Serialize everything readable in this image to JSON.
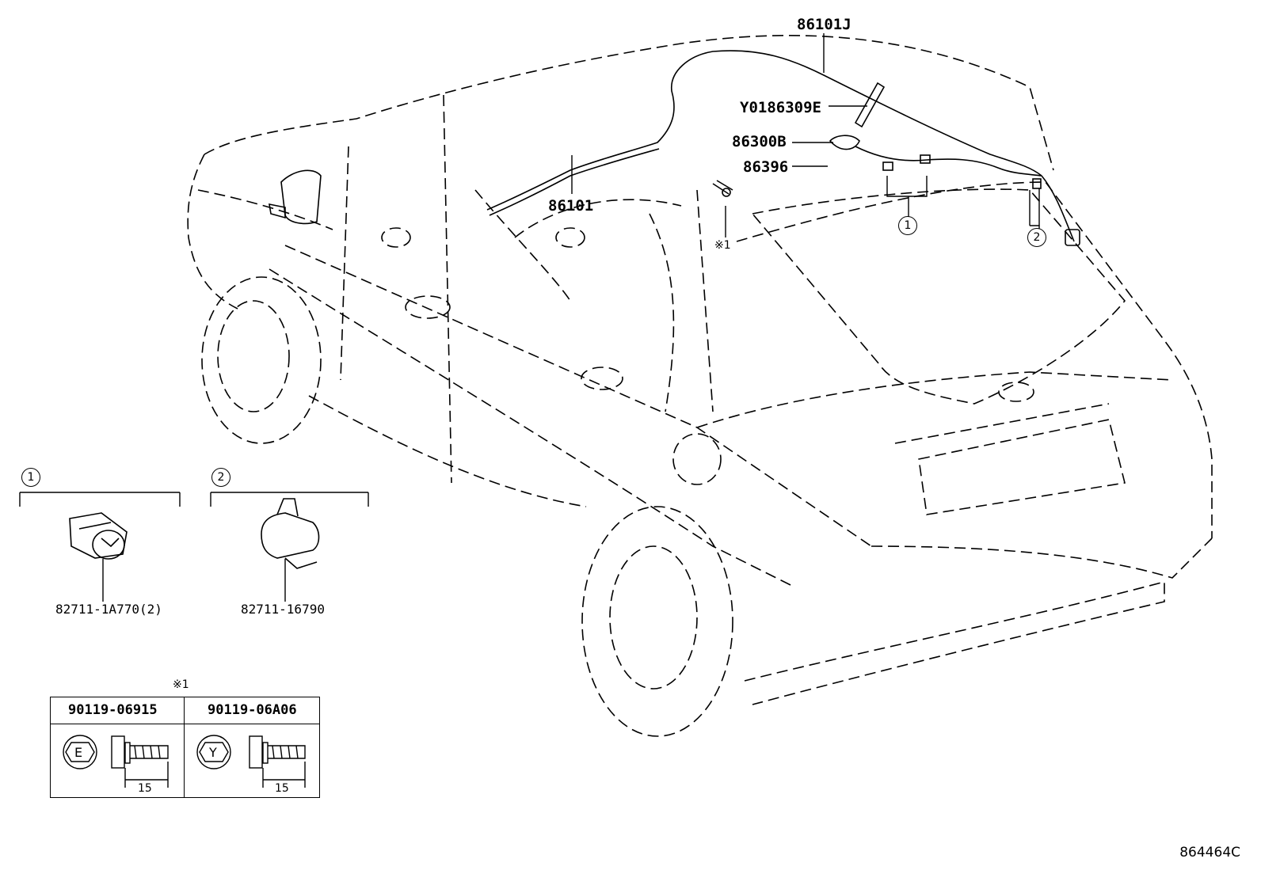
{
  "labels": {
    "p86101J": "86101J",
    "pY0186309E": "Y0186309E",
    "p86300B": "86300B",
    "p86396": "86396",
    "p86101": "86101",
    "note_mark": "※1",
    "clip1_part": "82711-1A770(2)",
    "clip2_part": "82711-16790"
  },
  "callouts": {
    "c1": "1",
    "c2": "2"
  },
  "table": {
    "mark": "※1",
    "col1_part": "90119-06915",
    "col2_part": "90119-06A06",
    "col1_head_letter": "E",
    "col2_head_letter": "Y",
    "col1_length": "15",
    "col2_length": "15"
  },
  "drawing_code": "864464C"
}
